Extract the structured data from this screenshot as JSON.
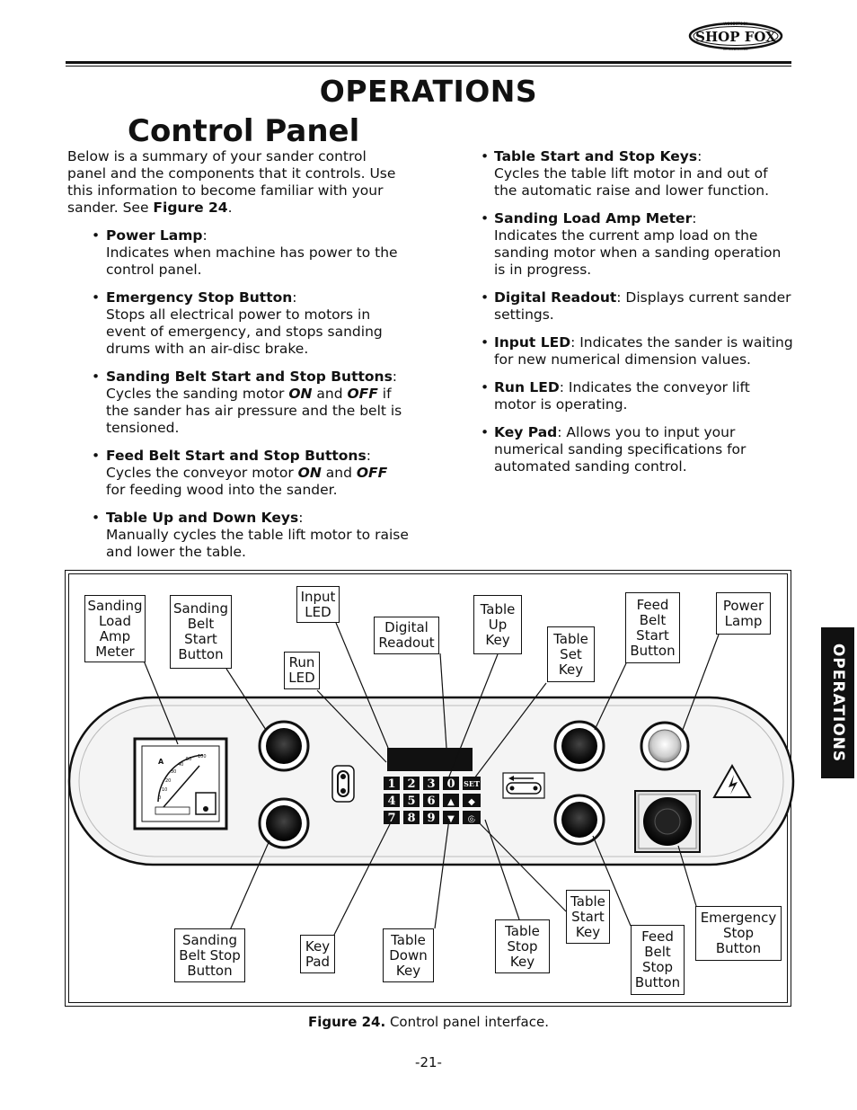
{
  "header": {
    "logo_text": "SHOP FOX",
    "logo_small_top": "WOODSTOCK",
    "logo_small_bottom": "INTERNATIONAL"
  },
  "section_title": "OPERATIONS",
  "page_title": "Control Panel",
  "intro": {
    "text": "Below is a summary of your sander control panel and the components that it controls. Use this information to become familiar with your sander. See ",
    "fig_ref": "Figure 24",
    "end": "."
  },
  "left_items": [
    {
      "term": "Power Lamp",
      "desc": "Indicates when machine has power to the control panel."
    },
    {
      "term": "Emergency Stop Button",
      "desc": "Stops all electrical power to motors in event of emergency, and stops sanding drums with an air-disc brake."
    },
    {
      "term": "Sanding Belt Start and Stop Buttons",
      "desc_pre": "Cycles the sanding motor ",
      "on": "ON",
      "mid": " and ",
      "off": "OFF",
      "desc_post": " if the sander has air pressure and the belt is tensioned."
    },
    {
      "term": "Feed Belt Start and Stop Buttons",
      "desc_pre": "Cycles the conveyor motor ",
      "on": "ON",
      "mid": " and ",
      "off": "OFF",
      "desc_post": " for feeding wood into the sander."
    },
    {
      "term": "Table Up and Down Keys",
      "desc": "Manually cycles the table lift motor to raise and lower the table."
    }
  ],
  "right_items": [
    {
      "term": "Table Start and Stop Keys",
      "desc": "Cycles the table lift motor in and out of the automatic raise and lower function."
    },
    {
      "term": "Sanding Load Amp Meter",
      "desc": "Indicates the current amp load on the sanding motor when a sanding operation is in progress."
    },
    {
      "term": "Digital Readout",
      "inline": "Displays current sander settings."
    },
    {
      "term": "Input LED",
      "inline": "Indicates the sander is waiting for new numerical dimension values."
    },
    {
      "term": "Run LED",
      "inline": "Indicates the conveyor lift motor is operating."
    },
    {
      "term": "Key Pad",
      "inline": "Allows you to input your numerical sanding specifications for automated sanding control."
    }
  ],
  "figure_labels": {
    "amp_meter": [
      "Sanding",
      "Load",
      "Amp",
      "Meter"
    ],
    "belt_start": [
      "Sanding",
      "Belt",
      "Start",
      "Button"
    ],
    "input_led": [
      "Input",
      "LED"
    ],
    "run_led": [
      "Run",
      "LED"
    ],
    "digital_readout": [
      "Digital",
      "Readout"
    ],
    "table_up": [
      "Table",
      "Up",
      "Key"
    ],
    "table_set": [
      "Table",
      "Set",
      "Key"
    ],
    "feed_start": [
      "Feed",
      "Belt",
      "Start",
      "Button"
    ],
    "power_lamp": [
      "Power",
      "Lamp"
    ],
    "belt_stop": [
      "Sanding",
      "Belt Stop",
      "Button"
    ],
    "key_pad": [
      "Key",
      "Pad"
    ],
    "table_down": [
      "Table",
      "Down",
      "Key"
    ],
    "table_stop": [
      "Table",
      "Stop",
      "Key"
    ],
    "table_start": [
      "Table",
      "Start",
      "Key"
    ],
    "feed_stop": [
      "Feed",
      "Belt",
      "Stop",
      "Button"
    ],
    "emergency_stop": [
      "Emergency",
      "Stop",
      "Button"
    ]
  },
  "meter": {
    "label_a": "A",
    "scale": [
      "0",
      "10",
      "20",
      "30",
      "40",
      "50",
      "100"
    ]
  },
  "keypad": {
    "row1": [
      "1",
      "2",
      "3",
      "0",
      "SET"
    ],
    "row2": [
      "4",
      "5",
      "6",
      "▲",
      "◆"
    ],
    "row3": [
      "7",
      "8",
      "9",
      "▼",
      "◎"
    ]
  },
  "caption": {
    "label": "Figure 24.",
    "text": " Control panel interface."
  },
  "page_number": "-21-",
  "side_tab": "OPERATIONS"
}
